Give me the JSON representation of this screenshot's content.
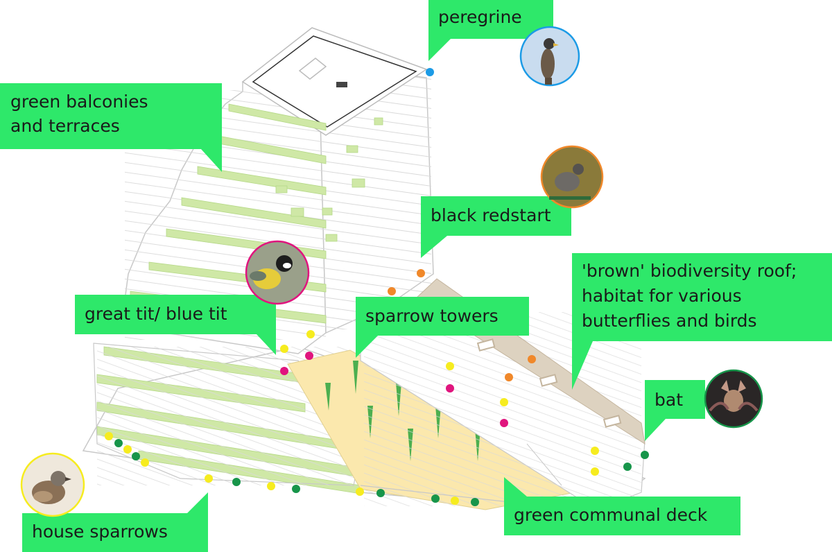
{
  "colors": {
    "callout": "#2ee86a",
    "terrace": "#cfe8a6",
    "deck": "#fbe8ad",
    "brown_roof": "#ddd2c0",
    "tower": "#4caf50",
    "line": "#c4c4c4",
    "dot_yellow": "#f6ec1f",
    "dot_green": "#17954a",
    "dot_magenta": "#e0157e",
    "dot_orange": "#f0882a",
    "dot_blue": "#1c9be6"
  },
  "callouts": {
    "peregrine": "peregrine",
    "green_balconies_1": "green balconies",
    "green_balconies_2": "and terraces",
    "black_redstart": "black redstart",
    "brown_roof_1": "'brown' biodiversity roof;",
    "brown_roof_2": "habitat for various",
    "brown_roof_3": "butterflies and birds",
    "great_tit": "great tit/ blue tit",
    "sparrow_towers": "sparrow towers",
    "bat": "bat",
    "house_sparrows": "house sparrows",
    "green_deck": "green communal deck"
  },
  "icons": {
    "peregrine": "peregrine-falcon-photo",
    "black_redstart": "black-redstart-photo",
    "great_tit": "great-tit-photo",
    "bat": "bat-photo",
    "house_sparrow": "house-sparrow-photo"
  }
}
